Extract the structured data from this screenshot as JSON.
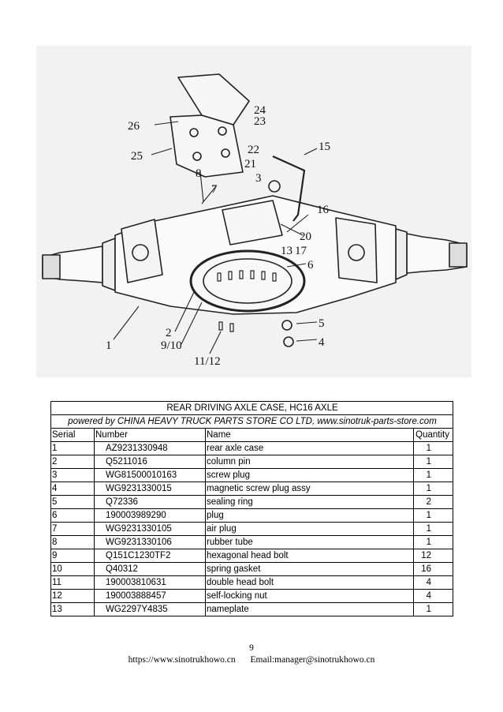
{
  "diagram": {
    "callouts": [
      "1",
      "2",
      "3",
      "4",
      "5",
      "6",
      "7",
      "8",
      "9/10",
      "11/12",
      "13",
      "15",
      "16",
      "17",
      "20",
      "21",
      "22",
      "23",
      "24",
      "25",
      "26"
    ]
  },
  "table": {
    "title": "REAR DRIVING AXLE CASE, HC16 AXLE",
    "subtitle": "powered by CHINA HEAVY TRUCK PARTS STORE CO LTD, www.sinotruk-parts-store.com",
    "headers": [
      "Serial",
      "Number",
      "Name",
      "Quantity"
    ],
    "rows": [
      [
        "1",
        "AZ9231330948",
        "rear axle case",
        "1"
      ],
      [
        "2",
        "Q5211016",
        "column pin",
        "1"
      ],
      [
        "3",
        "WG81500010163",
        "screw plug",
        "1"
      ],
      [
        "4",
        "WG9231330015",
        "magnetic screw plug assy",
        "1"
      ],
      [
        "5",
        "Q72336",
        "sealing ring",
        "2"
      ],
      [
        "6",
        "190003989290",
        "plug",
        "1"
      ],
      [
        "7",
        "WG9231330105",
        "air plug",
        "1"
      ],
      [
        "8",
        "WG9231330106",
        "rubber tube",
        "1"
      ],
      [
        "9",
        "Q151C1230TF2",
        "hexagonal head bolt",
        "12"
      ],
      [
        "10",
        "Q40312",
        "spring gasket",
        "16"
      ],
      [
        "11",
        "190003810631",
        "double head bolt",
        "4"
      ],
      [
        "12",
        "190003888457",
        "self-locking nut",
        "4"
      ],
      [
        "13",
        "WG2297Y4835",
        "nameplate",
        "1"
      ]
    ]
  },
  "footer": {
    "page_number": "9",
    "website": "https://www.sinotrukhowo.cn",
    "email": "Email:manager@sinotrukhowo.cn"
  }
}
